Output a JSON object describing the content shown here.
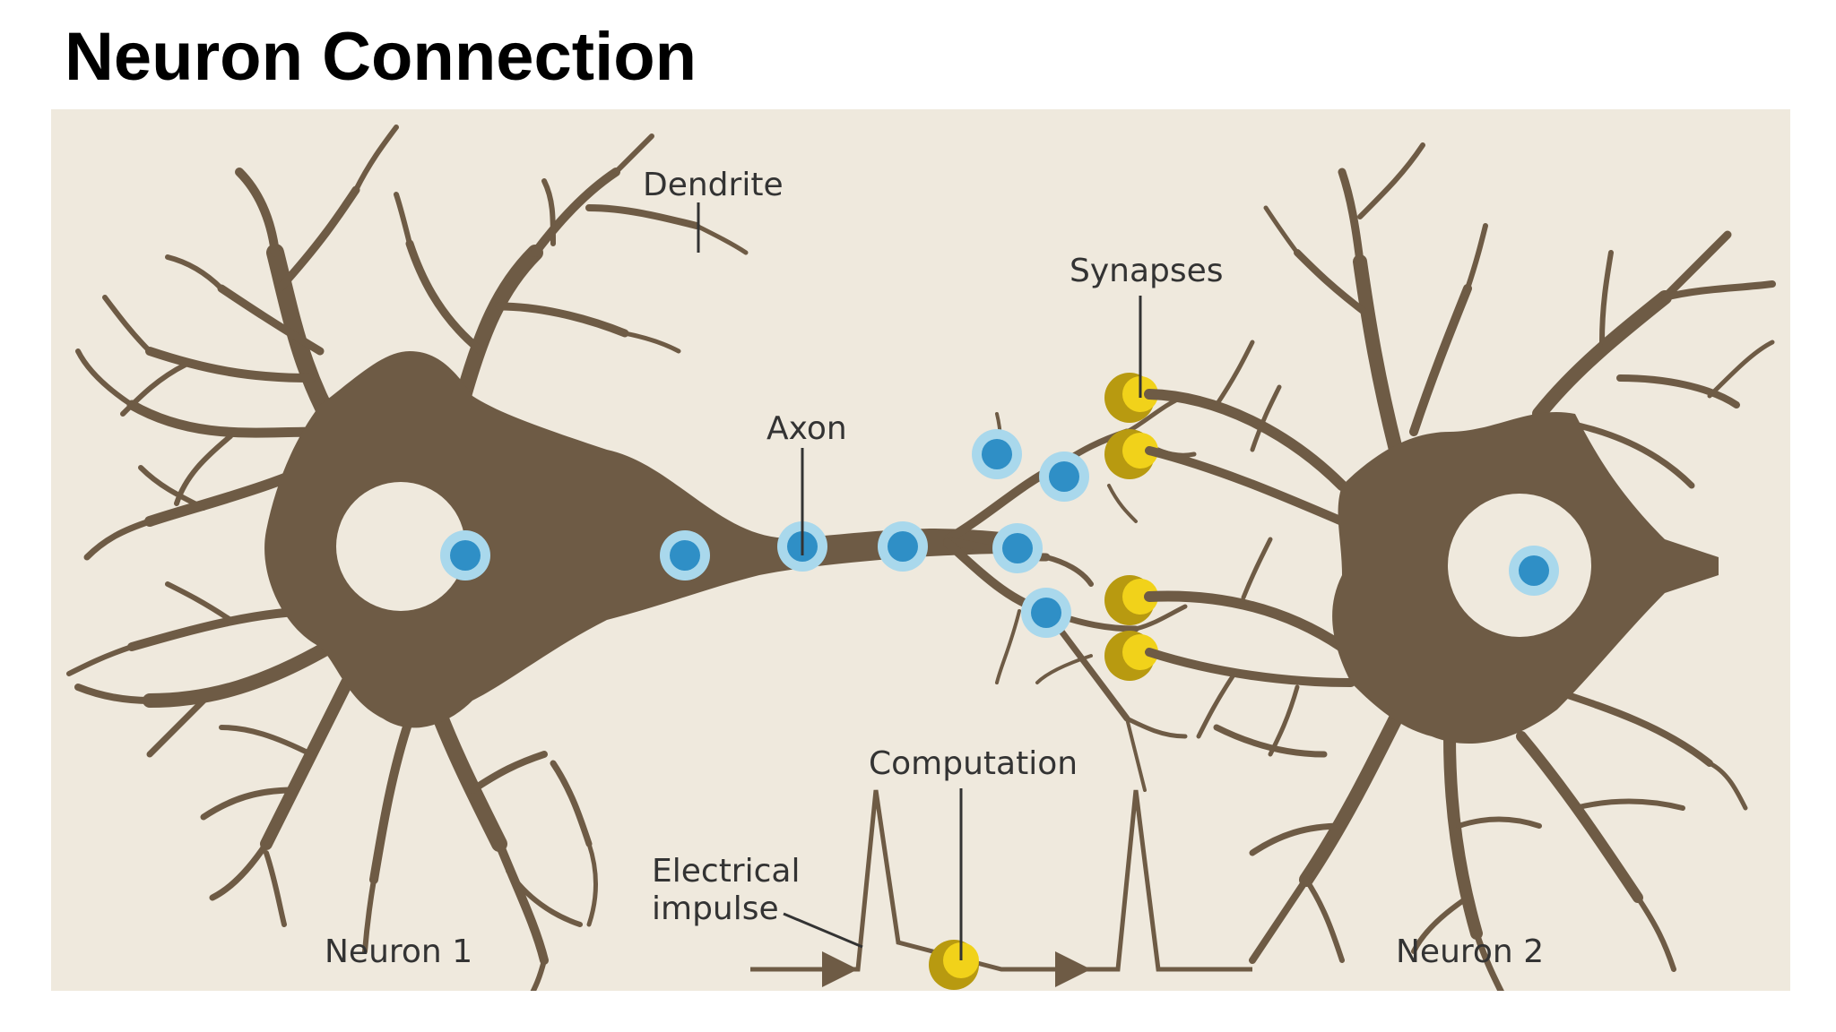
{
  "slide": {
    "title": "Neuron Connection"
  },
  "diagram": {
    "labels": {
      "dendrite": "Dendrite",
      "axon": "Axon",
      "synapses": "Synapses",
      "computation": "Computation",
      "electrical_impulse_line1": "Electrical",
      "electrical_impulse_line2": "impulse",
      "neuron1": "Neuron 1",
      "neuron2": "Neuron 2"
    },
    "colors": {
      "background": "#efe9dd",
      "neuron": "#6e5b45",
      "nucleus_bg": "#efe9dd",
      "node_outer": "#a9d8ec",
      "node_inner": "#2f8fc6",
      "synapse_outer": "#b89a10",
      "synapse_inner": "#f1d21a",
      "label_text": "#333333",
      "pulse_line": "#6e5b45"
    }
  }
}
